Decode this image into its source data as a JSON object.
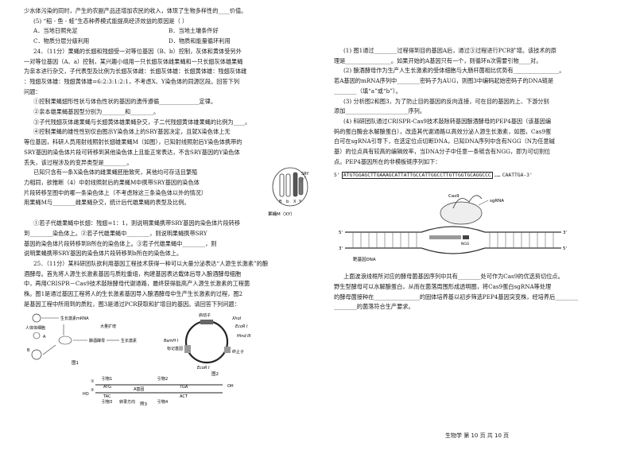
{
  "left": {
    "l1": "少水体污染的同时，产生的农副产品还增加农民的收入，体现了生物多样性的____价值。",
    "l2": "(5)  “稻 - 鱼 - 蛙”生态种养模式能提高经济效益的原因是（    ）",
    "l3a": "A．当地日照充足",
    "l3b": "B．当地土壤条件好",
    "l4a": "C．物质分层分级利用",
    "l4b": "D．物质和能量循环利用",
    "q24_1": "24．（11分）果蝇的长翅和残翅受一对等位基因（B、b）控制，灰体和黄体受另外",
    "q24_2": "一对等位基因（A、a）控制，某兴趣小组用一只长翅灰体雌果蝇和一只长翅灰体雄果蝇",
    "q24_3": "为亲本进行杂交，子代表型及比例为长翅灰体雌：长翅灰体雄：长翅黄体雄：残翅灰体雌",
    "q24_4": "：残翅灰体雄：残翅黄体雄=6:2:3:1:2:1，不考虑X、Y染色体的同源区段。回答下列",
    "q24_5": "问题：",
    "q24_s1": "①控制果蝇翅形性状与体色性状的基因的遗传遵循______________定律。",
    "q24_s2": "②亲本雄果蝇基因型分别为________和________。",
    "q24_s3": "③子代残翅灰体雌果蝇与长翅黄体雄果蝇杂交，子二代残翅黄体雄果蝇的比例为____。",
    "q24_s4a": "④控制果蝇的雄性性别仅由图示Y染色体上的SRY基因决定，且就X染色体上无",
    "q24_s4b": "等位基因，科研人员用射线照射长翅雄果蝇M（如图），已知射线照射后Y染色体携带的",
    "q24_s4c": "SRY基因的染色体片段可转移到其他染色体上且能正常表达，不含SRY基因的Y染色体",
    "q24_s4d": "丢失，该过程涉及的变异类型是________。",
    "q24_s5a": "已知只含有一条X染色体的雌果蝇胚胎致死，其他均可存活且繁殖",
    "q24_s5b": "力相同，欲推断（4）中射线照射后的果蝇M中携带SRY基因的染色体",
    "q24_s5c": "片段转移至图中的哪一条染色体上（不考虑除这三条染色体以外的情况）",
    "q24_s5d": "用果蝇M与________雌果蝇杂交，统计后代雄果蝇的表型及比例。",
    "q24_r1": "①若子代雄果蝇中长翅：残翅=1：1，则说明果蝇携带SRY基因的染色体片段转移",
    "q24_r2": "到________染色体上。②若子代雄果蝇中________，则说明果蝇携带SRY",
    "q24_r3": "基因的染色体片段转移到B所在的染色体上。③若子代雄果蝇中________，则",
    "q24_r4": "说明果蝇携带SRY基因的染色体片段转移到b所在的染色体上。",
    "q25_1": "25．（11分）某科研团队欲利用基因工程技术获得一种可以大量分泌表达“人源生长激素”的酿",
    "q25_2": "酒酵母。首先将人源生长激素基因与质粒重组，构建基因表达载体后导入酿酒酵母细胞",
    "q25_3": "中，再用CRISPR－Cas9技术敲除酵母代谢通路，最终获得能高产人源生长激素的工程菌",
    "q25_4": "株。图1是通过基因工程将人的生长激素基因导入酿酒酵母中生产生长激素的过程，图2",
    "q25_5": "是基因工程中所用到的质粒，图3是通过PCR获取和扩增目的基因。请回答下列问题："
  },
  "fig24": {
    "sry": "SRY",
    "b_label": "B",
    "bb_label": "b",
    "x_label": "X",
    "y_label": "Y",
    "caption": "果蝇M（XY）"
  },
  "fig1": {
    "human_cell": "人体体细胞",
    "mrna": "生长激素mRNA",
    "b_label": "B",
    "a_label": "A",
    "yeast": "酿酒酵母",
    "ecoli": "大量扩增",
    "gh": "生长激素",
    "caption": "图1"
  },
  "fig2": {
    "promoter": "启动子",
    "xhoi": "XhoI",
    "ecori_top": "EcoR I",
    "hindiii": "Hind III",
    "bamhi": "BamH I",
    "marker": "标记基因",
    "terminator": "终止子",
    "ecori_bot": "EcoR I",
    "caption": "图2"
  },
  "fig3": {
    "p1": "引物1",
    "p2": "引物2",
    "p3": "引物3",
    "p4": "引物4",
    "atg": "ATG",
    "tga": "TGA",
    "tac": "TAC",
    "act": "ACT",
    "gene": "A基因",
    "oh": "OH",
    "ho": "HO",
    "mark1": "①",
    "mark2": "②",
    "direction": "转录方向",
    "caption": "图3"
  },
  "right": {
    "r1": "(1) 图1通过________过程得到目的基因A后，通过③过程进行PCR扩增。该技术的原",
    "r2": "理是________________。如果开始的A基因只有一个，则循环n次需要引物____对。",
    "r3": "(2) 酿酒酵母作为生产人生长激素的受体细胞与大肠杆菌相比优势有________________。",
    "r4": "若A基因的mRNA序列中________密码子为AUG，则图3中编码起始密码子的DNA链是",
    "r5": "________（填“a”或“b”）。",
    "r6": "(3) 分析图2和图3，为了防止目的基因的反向连接，可在目的基因的上、下游分别",
    "r7": "添加______________________序列。",
    "r8": "(4) 科研团队通过CRISPR-Cas9技术敲除转基因酿酒酵母的PEP4基因（该基因编",
    "r9": "码的蛋白酶会水解酿蛋白），改造其代谢通路以高效分泌人源生长激素，如图，Cas9蛋",
    "r10": "白可在sgRNA引导下，在选定位点切断DNA，已知DNA序列中含有NGG（N为任意碱",
    "r11": "基）的位点具有较高的编辑效率，当DNA分子中任意一条链含有NGG，即为可切割位",
    "r12": "点。PEP4基因所在的非模板链序列如下：",
    "b1": "上面波浪线框所对应的酵母菌基因序列中共有________处可作为Cas9的优选剪切位点。",
    "b2": "野生型酵母可以水解酿蛋白，从而在菌落周围形成透明圈，将Cas9蛋白sgRNA等处理",
    "b3": "的酵母菌接种在________________的固体培养基以初步筛选PEP4基因突变株，经培养后________",
    "b4": "________的菌落符合生产要求。"
  },
  "fig4": {
    "seq5": "5'",
    "seq": "ATGTGGAGCTTGAAAGCATTATTGCCATTGGCCTTGTTGGTGCAGGCCC",
    "seqdots": "……",
    "seqend": "CAATTGA-3'",
    "cas9": "Cas9",
    "sgrna": "sgRNA",
    "ngg": "NGG",
    "target": "靶基因DNA",
    "end5a": "5'",
    "end3a": "3'",
    "end5b": "5'",
    "end3b": "3'"
  },
  "footer": {
    "text": "生物学   第 10 页  共 10 页"
  }
}
